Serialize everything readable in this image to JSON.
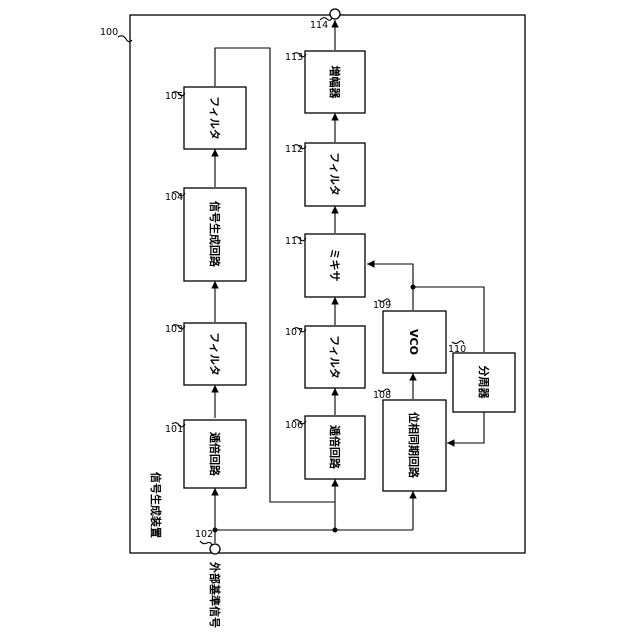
{
  "diagram": {
    "device_label": "信号生成装置",
    "device_ref": "100",
    "input_label": "外部基準信号",
    "input_ref": "102",
    "output_ref": "114",
    "blocks": {
      "b101": {
        "ref": "101",
        "label": "逓倍回路"
      },
      "b103": {
        "ref": "103",
        "label": "フィルタ"
      },
      "b104": {
        "ref": "104",
        "label": "信号生成回路"
      },
      "b105": {
        "ref": "105",
        "label": "フィルタ"
      },
      "b106": {
        "ref": "106",
        "label": "逓倍回路"
      },
      "b107": {
        "ref": "107",
        "label": "フィルタ"
      },
      "b108": {
        "ref": "108",
        "label": "位相同期回路"
      },
      "b109": {
        "ref": "109",
        "label": "VCO"
      },
      "b110": {
        "ref": "110",
        "label": "分周器"
      },
      "b111": {
        "ref": "111",
        "label": "ミキサ"
      },
      "b112": {
        "ref": "112",
        "label": "フィルタ"
      },
      "b113": {
        "ref": "113",
        "label": "増幅器"
      }
    }
  }
}
